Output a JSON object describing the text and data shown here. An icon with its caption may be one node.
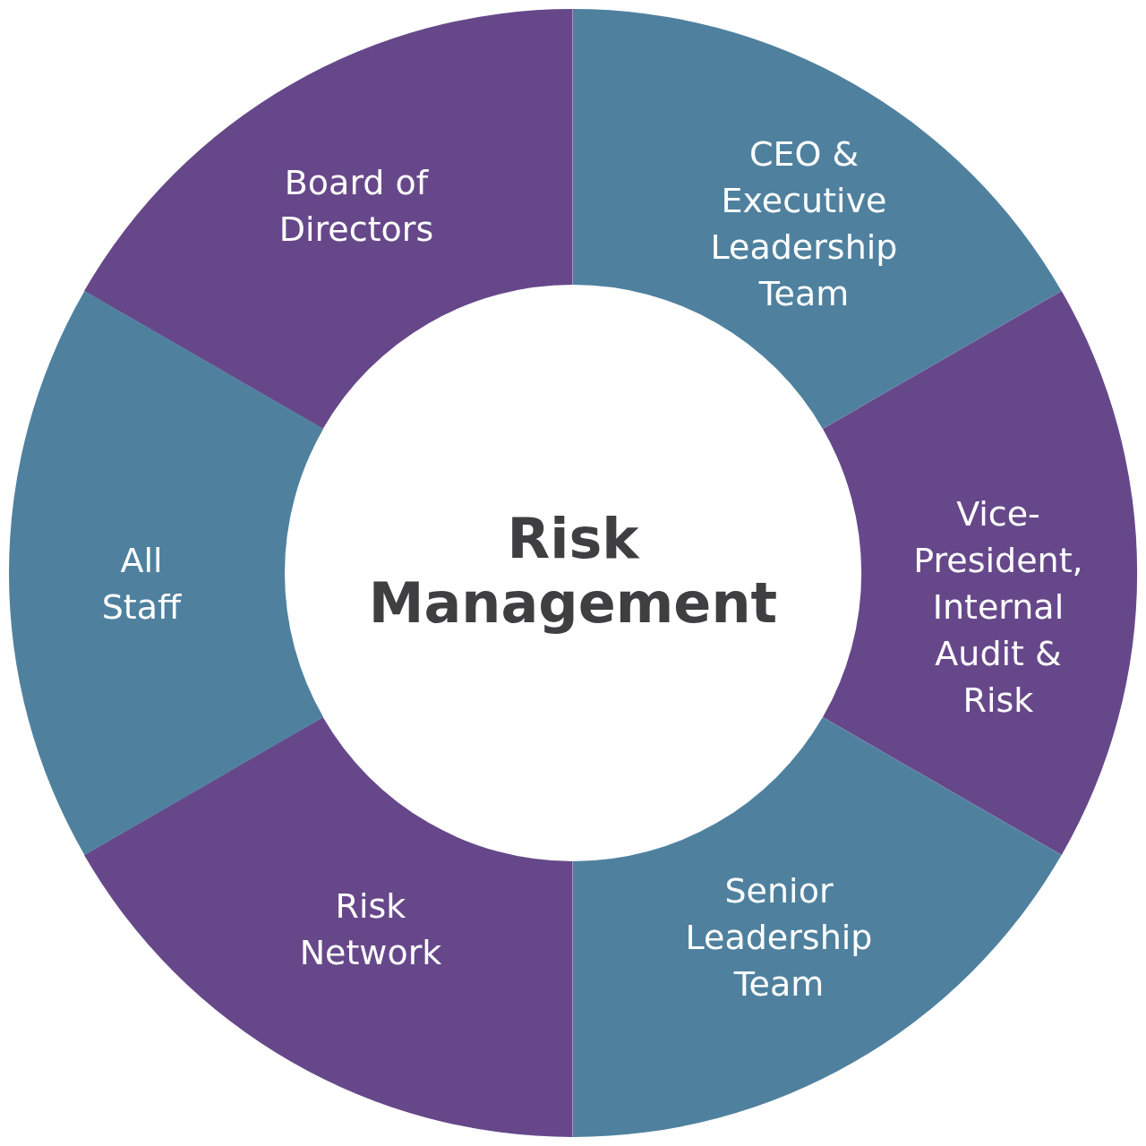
{
  "diagram": {
    "nodes": [
      {
        "text": [
          "Risk Management"
        ]
      },
      {
        "text": [
          "Board of Directors"
        ]
      },
      {
        "text": [
          "CEO & Executive Leadership Team"
        ]
      },
      {
        "text": [
          "Vice-President, Internal Audit & Risk"
        ]
      },
      {
        "text": [
          "Senior Leadership Team"
        ]
      },
      {
        "text": [
          "Risk Network"
        ]
      },
      {
        "text": [
          "All Staff"
        ]
      }
    ]
  }
}
